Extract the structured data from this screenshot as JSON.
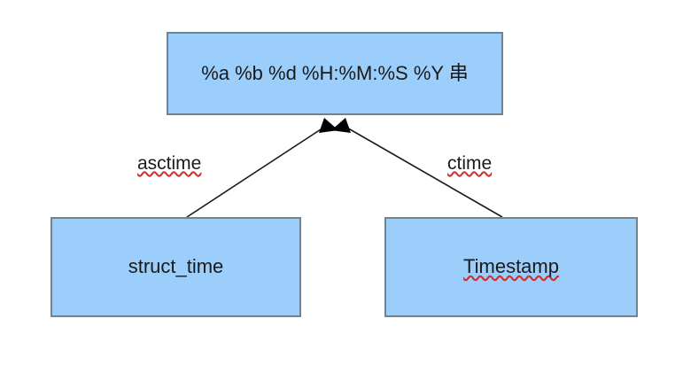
{
  "diagram": {
    "type": "uml-conversion-diagram",
    "background_color": "#ffffff",
    "node_fill_color": "#9ccefc",
    "node_border_color": "#6c8494",
    "edge_color": "#1a1a1a",
    "spellcheck_underline_color": "#d03030",
    "nodes": [
      {
        "id": "format",
        "label": "%a %b %d %H:%M:%S %Y 串",
        "spellchecked": false
      },
      {
        "id": "struct_time",
        "label": "struct_time",
        "spellchecked": false
      },
      {
        "id": "timestamp",
        "label": "Timestamp",
        "spellchecked": true
      }
    ],
    "edges": [
      {
        "id": "asctime",
        "label": "asctime",
        "from": "struct_time",
        "to": "format",
        "arrow": "filled",
        "spellchecked": true
      },
      {
        "id": "ctime",
        "label": "ctime",
        "from": "timestamp",
        "to": "format",
        "arrow": "filled",
        "spellchecked": true
      }
    ]
  }
}
